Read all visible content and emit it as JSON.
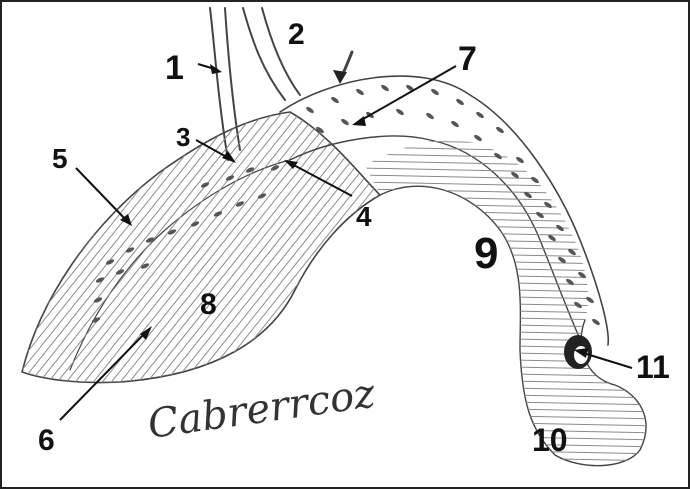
{
  "labels": {
    "l1": "1",
    "l2": "2",
    "l3": "3",
    "l4": "4",
    "l5": "5",
    "l6": "6",
    "l7": "7",
    "l8": "8",
    "l9": "9",
    "l10": "10",
    "l11": "11"
  },
  "signature": "Cabrerrcoz",
  "colors": {
    "ink": "#444444",
    "label": "#111111",
    "background": "#ffffff",
    "frame": "#222222"
  }
}
